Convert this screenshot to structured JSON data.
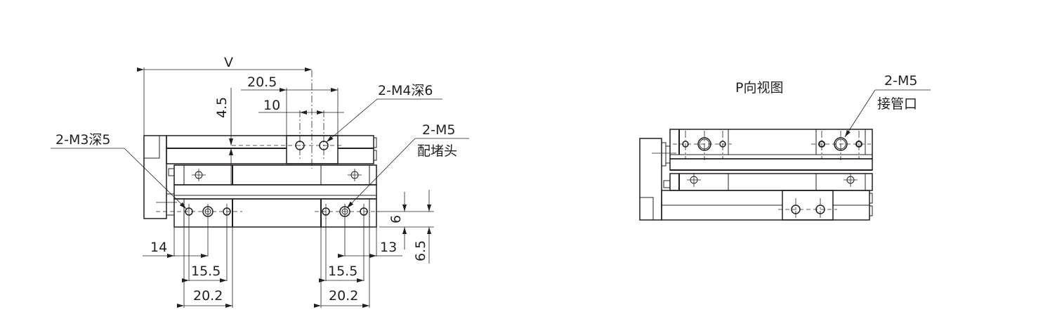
{
  "front_view": {
    "dimensions": {
      "overall_width": "V",
      "top_port_pitch_outer": "20.5",
      "top_port_pitch_inner": "10",
      "top_height": "4.5",
      "left_offset": "14",
      "left_pitch_inner": "15.5",
      "left_pitch_outer": "20.2",
      "right_offset": "13",
      "right_pitch_inner": "15.5",
      "right_pitch_outer": "20.2",
      "side_height_inner": "6",
      "side_height_outer": "6.5"
    },
    "callouts": {
      "top_holes": "2-M4深6",
      "left_holes": "2-M3深5",
      "plug_line1": "2-M5",
      "plug_line2": "配堵头"
    }
  },
  "p_view": {
    "title": "P向视图",
    "callouts": {
      "port_line1": "2-M5",
      "port_line2": "接管口"
    }
  },
  "colors": {
    "line": "#231f20",
    "background": "#ffffff"
  }
}
